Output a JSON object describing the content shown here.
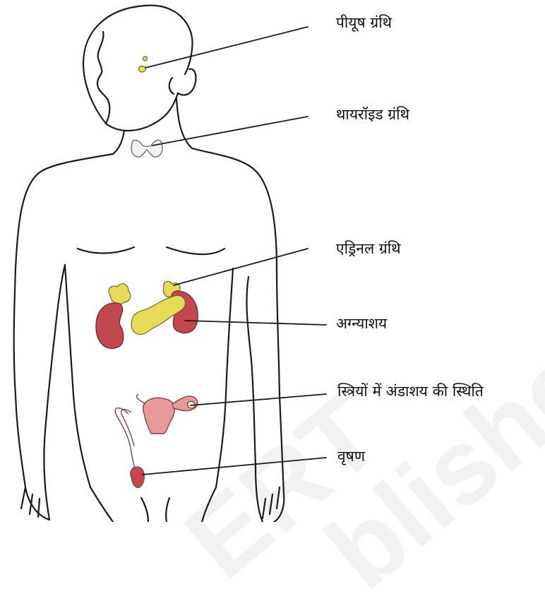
{
  "labels": {
    "pituitary": "पीयूष ग्रंथि",
    "thyroid": "थायरॉइड ग्रंथि",
    "adrenal": "एड्रिनल ग्रंथि",
    "pancreas": "अग्न्याशय",
    "ovary": "स्त्रियों में अंडाशय की स्थिति",
    "testis": "वृषण"
  },
  "watermark": {
    "line1": "ERT",
    "line2": "blished"
  },
  "colors": {
    "outline": "#1a1a1a",
    "gland_yellow": "#e6dc5a",
    "kidney_red": "#c2474f",
    "reproductive_pink": "#e79a97",
    "testis_red": "#c9454d"
  }
}
